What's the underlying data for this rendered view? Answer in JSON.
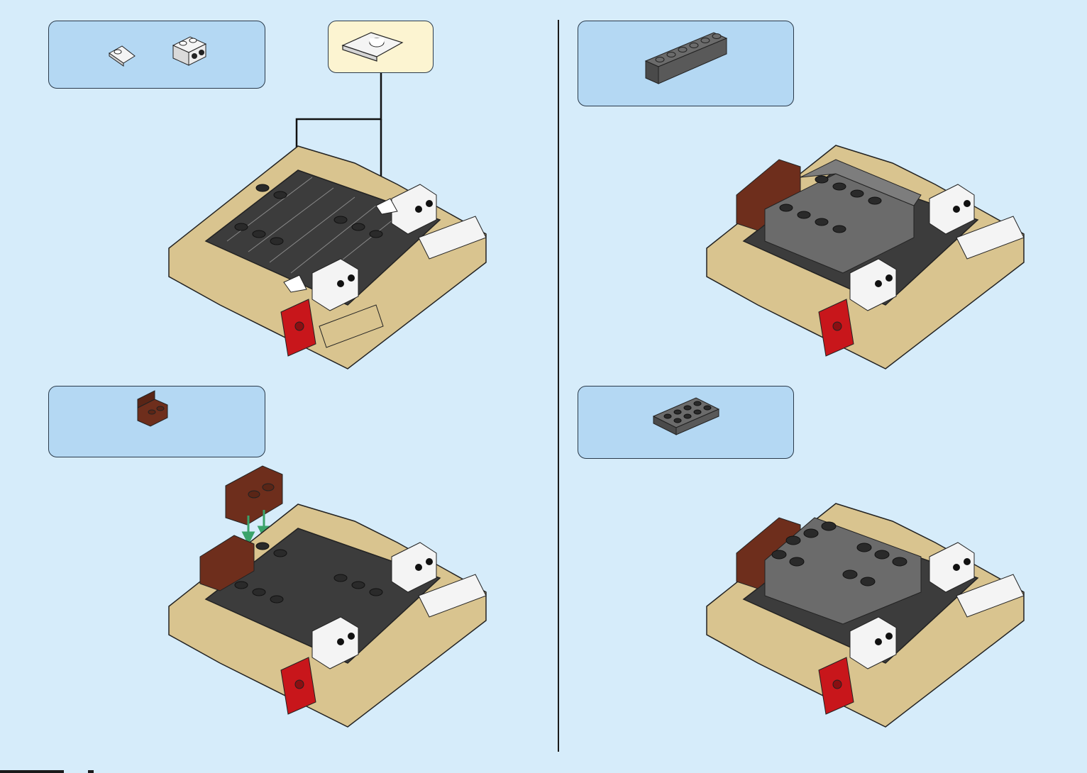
{
  "colors": {
    "background": "#d6ecfa",
    "parts_panel": "#b4d8f3",
    "callout_panel": "#fcf4d1",
    "tan": "#d9c48f",
    "dark_gray": "#3c3c3c",
    "medium_gray": "#6b6b6b",
    "red": "#c8161b",
    "white": "#f4f4f4",
    "reddish_brown": "#6e2e1c",
    "arrow_green": "#3aa36a"
  },
  "steps": [
    {
      "parts": [
        "white-curved-slope-1x1",
        "white-brick-1x2-with-2-pins"
      ],
      "callout": "white-curved-slope-1x1"
    },
    {
      "parts": [
        "dark-gray-brick-1x6"
      ]
    },
    {
      "parts": [
        "reddish-brown-bracket-1x2"
      ]
    },
    {
      "parts": [
        "dark-gray-plate-2x4"
      ]
    }
  ]
}
